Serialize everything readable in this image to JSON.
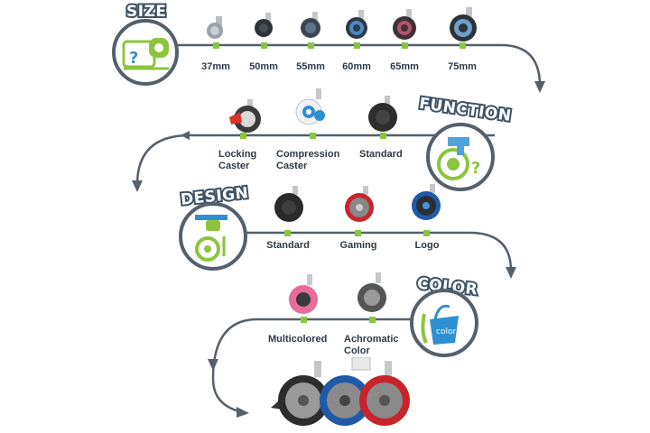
{
  "sections": {
    "size": {
      "title": "SIZE",
      "icon": "measuring-tape-question-icon",
      "items": [
        "37mm",
        "50mm",
        "55mm",
        "60mm",
        "65mm",
        "75mm"
      ]
    },
    "function": {
      "title": "FUNCTION",
      "icon": "caster-question-icon",
      "items": [
        [
          "Locking",
          "Caster"
        ],
        [
          "Compression",
          "Caster"
        ],
        [
          "Standard"
        ]
      ]
    },
    "design": {
      "title": "DESIGN",
      "icon": "hand-pen-wheel-icon",
      "items": [
        "Standard",
        "Gaming",
        "Logo"
      ]
    },
    "color": {
      "title": "COLOR",
      "icon": "paint-bucket-icon",
      "items": [
        [
          "Multicolored"
        ],
        [
          "Achromatic",
          "Color"
        ]
      ]
    }
  },
  "colors": {
    "path": "#54606b",
    "accent_green": "#8bc53f",
    "title_outline": "#3e5363"
  }
}
